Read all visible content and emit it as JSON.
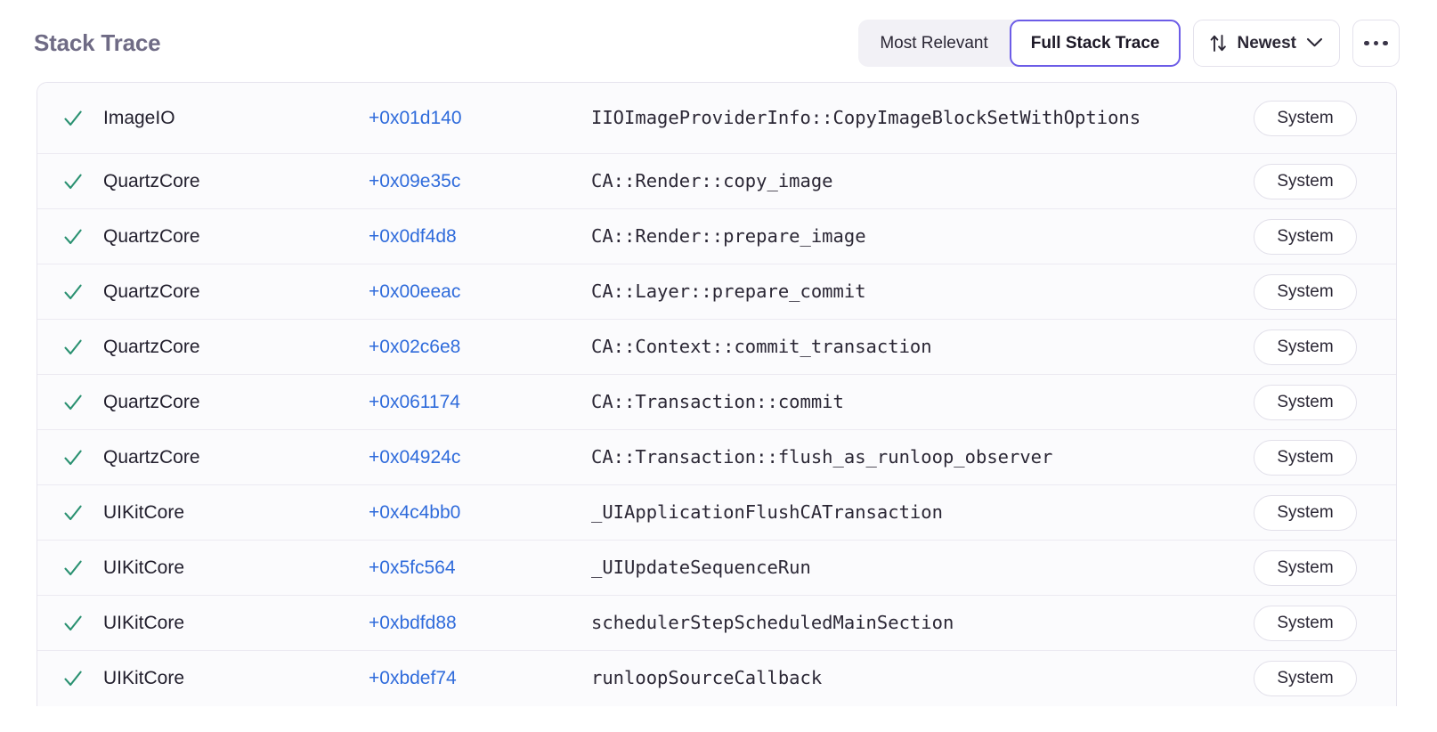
{
  "header": {
    "title": "Stack Trace",
    "segmented": {
      "options": [
        {
          "label": "Most Relevant",
          "active": false
        },
        {
          "label": "Full Stack Trace",
          "active": true
        }
      ]
    },
    "sort": {
      "icon": "sort-arrows-icon",
      "label": "Newest",
      "chevron": "chevron-down-icon"
    },
    "more": {
      "icon": "ellipsis-icon",
      "label": "..."
    }
  },
  "colors": {
    "accent": "#6c5ce7",
    "link": "#2f6bdb",
    "check": "#2a9171",
    "title": "#6f6b85",
    "row_bg": "#fbfbfd",
    "border": "#e6e4ee"
  },
  "table": {
    "rows": [
      {
        "status": "check",
        "image": "ImageIO",
        "offset": "+0x01d140",
        "symbol": "IIOImageProviderInfo::CopyImageBlockSetWithOptions",
        "badge": "System"
      },
      {
        "status": "check",
        "image": "QuartzCore",
        "offset": "+0x09e35c",
        "symbol": "CA::Render::copy_image",
        "badge": "System"
      },
      {
        "status": "check",
        "image": "QuartzCore",
        "offset": "+0x0df4d8",
        "symbol": "CA::Render::prepare_image",
        "badge": "System"
      },
      {
        "status": "check",
        "image": "QuartzCore",
        "offset": "+0x00eeac",
        "symbol": "CA::Layer::prepare_commit",
        "badge": "System"
      },
      {
        "status": "check",
        "image": "QuartzCore",
        "offset": "+0x02c6e8",
        "symbol": "CA::Context::commit_transaction",
        "badge": "System"
      },
      {
        "status": "check",
        "image": "QuartzCore",
        "offset": "+0x061174",
        "symbol": "CA::Transaction::commit",
        "badge": "System"
      },
      {
        "status": "check",
        "image": "QuartzCore",
        "offset": "+0x04924c",
        "symbol": "CA::Transaction::flush_as_runloop_observer",
        "badge": "System"
      },
      {
        "status": "check",
        "image": "UIKitCore",
        "offset": "+0x4c4bb0",
        "symbol": "_UIApplicationFlushCATransaction",
        "badge": "System"
      },
      {
        "status": "check",
        "image": "UIKitCore",
        "offset": "+0x5fc564",
        "symbol": "_UIUpdateSequenceRun",
        "badge": "System"
      },
      {
        "status": "check",
        "image": "UIKitCore",
        "offset": "+0xbdfd88",
        "symbol": "schedulerStepScheduledMainSection",
        "badge": "System"
      },
      {
        "status": "check",
        "image": "UIKitCore",
        "offset": "+0xbdef74",
        "symbol": "runloopSourceCallback",
        "badge": "System"
      }
    ]
  }
}
